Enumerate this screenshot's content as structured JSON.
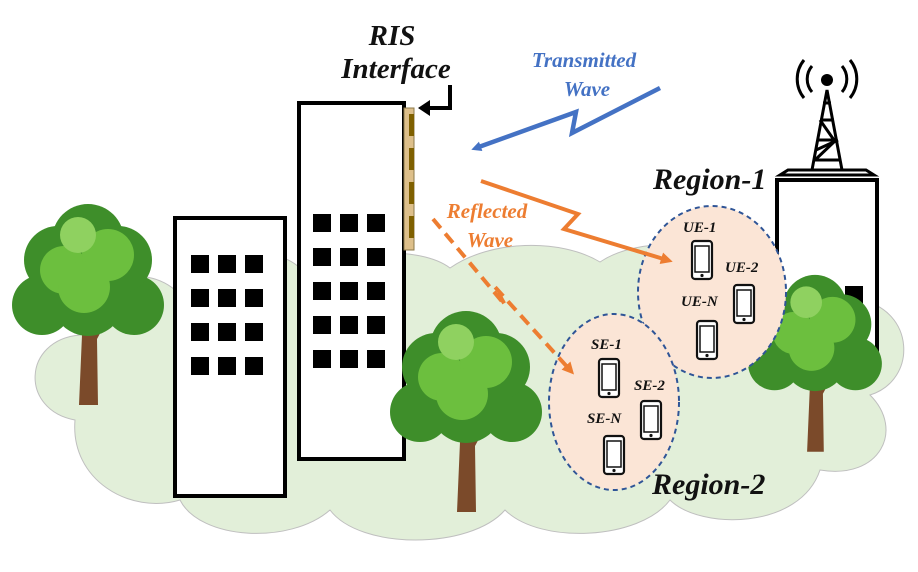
{
  "labels": {
    "ris_line1": "RIS",
    "ris_line2": "Interface",
    "transmitted_line1": "Transmitted",
    "transmitted_line2": "Wave",
    "reflected_line1": "Reflected",
    "reflected_line2": "Wave",
    "region1": "Region-1",
    "region2": "Region-2"
  },
  "region1_devices": [
    "UE-1",
    "UE-2",
    "UE-N"
  ],
  "region2_devices": [
    "SE-1",
    "SE-2",
    "SE-N"
  ],
  "colors": {
    "transmitted": "#4472C4",
    "reflected": "#ED7D31",
    "ground": "#E2EFD9",
    "region_border": "#2F5597",
    "region_fill": "#FBE5D6",
    "ris_panel": "#DDBF8A",
    "ris_element": "#7F6000",
    "tree_dark": "#3E8E2A",
    "tree_light": "#6CBF3E",
    "trunk": "#7B4A2A"
  },
  "icons": [
    "tree-icon",
    "cell-tower-icon",
    "smartphone-icon",
    "building-icon",
    "ris-panel-icon"
  ]
}
